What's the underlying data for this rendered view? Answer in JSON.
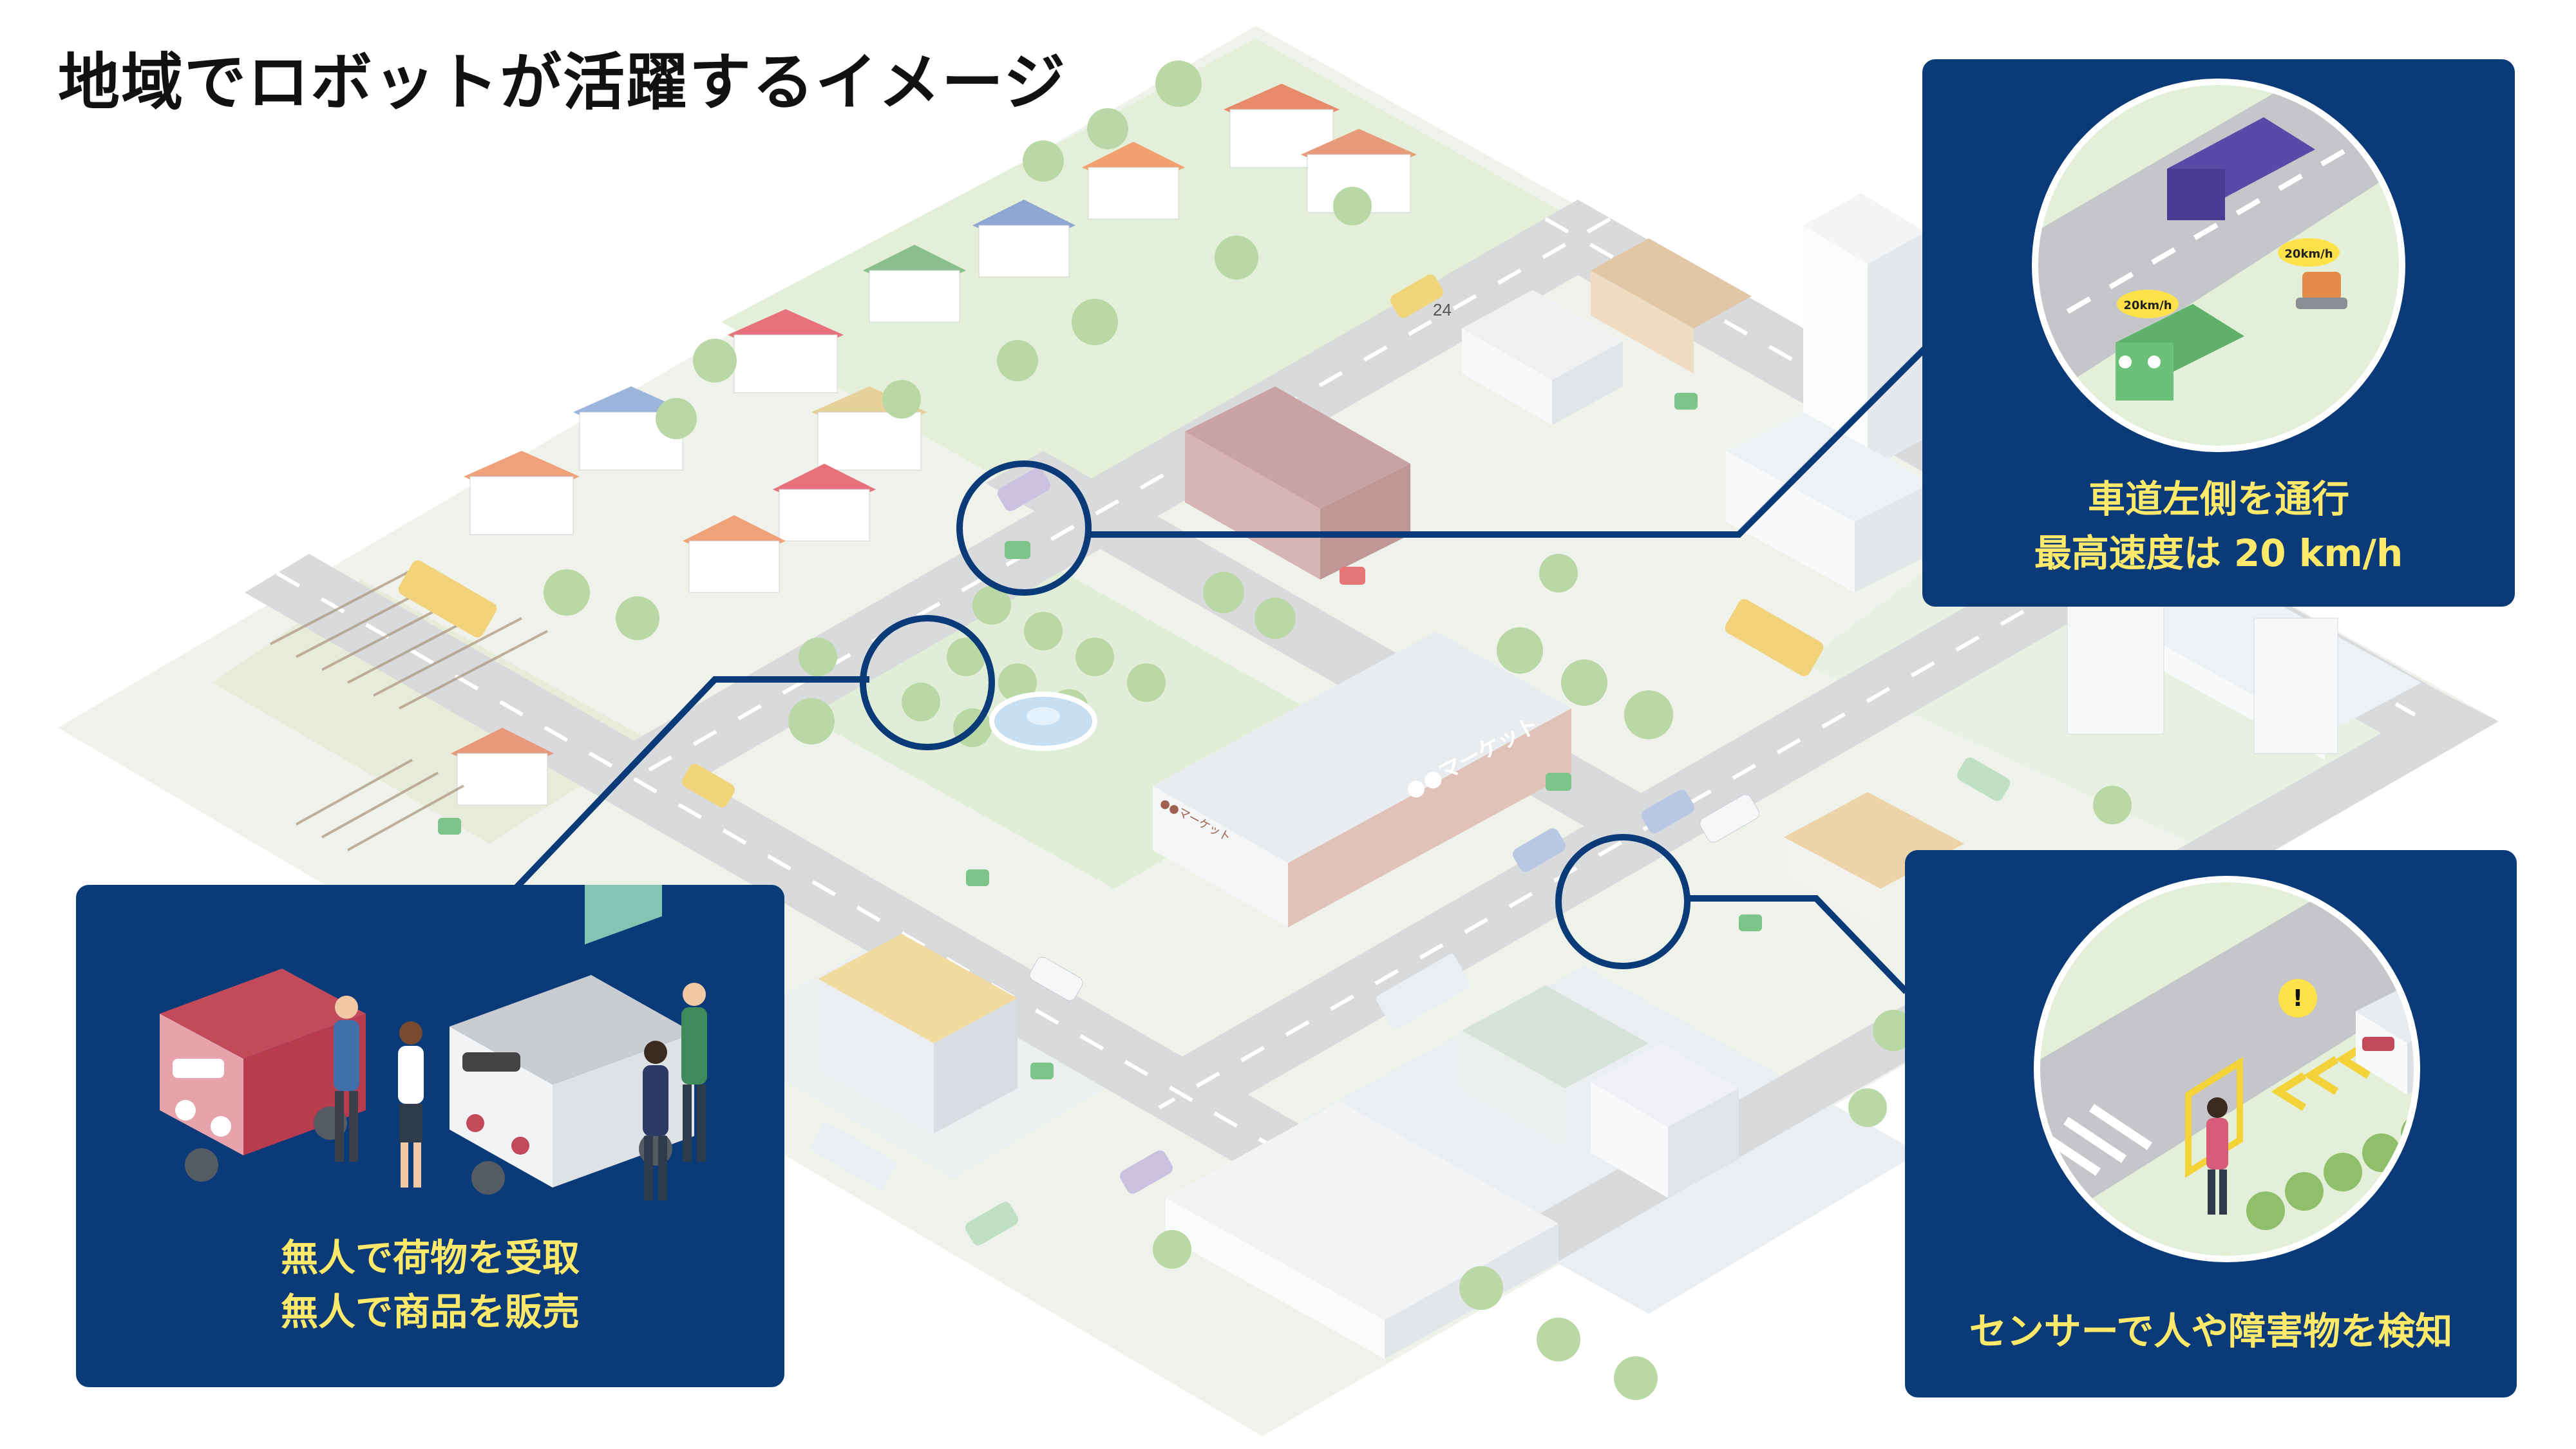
{
  "title": "地域でロボットが活躍するイメージ",
  "map": {
    "store_sign": "24",
    "market_sign": "●●マーケット",
    "market_sign_small": "●●マーケット"
  },
  "panels": {
    "road": {
      "line1": "車道左側を通行",
      "line2": "最高速度は 20 km/h",
      "speed_badge": "20km/h"
    },
    "delivery": {
      "line1": "無人で荷物を受取",
      "line2": "無人で商品を販売"
    },
    "sensor": {
      "line1": "センサーで人や障害物を検知",
      "alert_glyph": "!"
    }
  },
  "colors": {
    "panel_bg": "#0a3a78",
    "caption": "#ffe96b",
    "callout_line": "#0a3a78",
    "road": "#d9dadc",
    "grass": "#e3efd8"
  }
}
